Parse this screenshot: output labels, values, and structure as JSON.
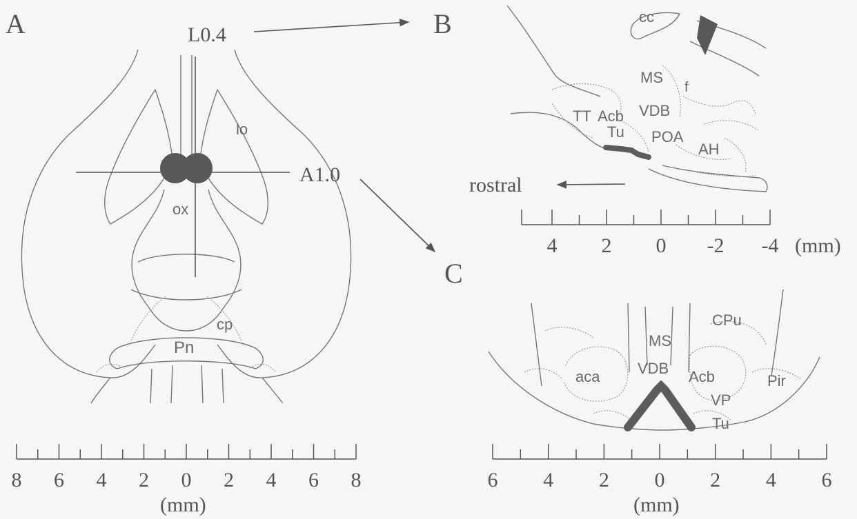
{
  "panels": {
    "A": {
      "letter": "A",
      "plane_sagittal": "L0.4",
      "plane_coronal": "A1.0",
      "regions": {
        "lo": "lo",
        "ox": "ox",
        "cp": "cp",
        "Pn": "Pn"
      },
      "scale_ticks": [
        "8",
        "6",
        "4",
        "2",
        "0",
        "2",
        "4",
        "6",
        "8"
      ],
      "scale_unit": "(mm)"
    },
    "B": {
      "letter": "B",
      "regions": {
        "cc": "cc",
        "MS": "MS",
        "f": "f",
        "TT": "TT",
        "Acb": "Acb",
        "VDB": "VDB",
        "Tu": "Tu",
        "POA": "POA",
        "AH": "AH"
      },
      "direction_label": "rostral",
      "scale_ticks": [
        "4",
        "2",
        "0",
        "-2",
        "-4"
      ],
      "scale_unit": "(mm)"
    },
    "C": {
      "letter": "C",
      "regions": {
        "CPu": "CPu",
        "MS": "MS",
        "VDB": "VDB",
        "aca": "aca",
        "Acb": "Acb",
        "Pir": "Pir",
        "VP": "VP",
        "Tu": "Tu"
      },
      "scale_ticks": [
        "6",
        "4",
        "2",
        "0",
        "2",
        "4",
        "6"
      ],
      "scale_unit": "(mm)"
    }
  },
  "colors": {
    "lesion": "#585858",
    "line": "#555555",
    "background": "#f6f6f4"
  }
}
